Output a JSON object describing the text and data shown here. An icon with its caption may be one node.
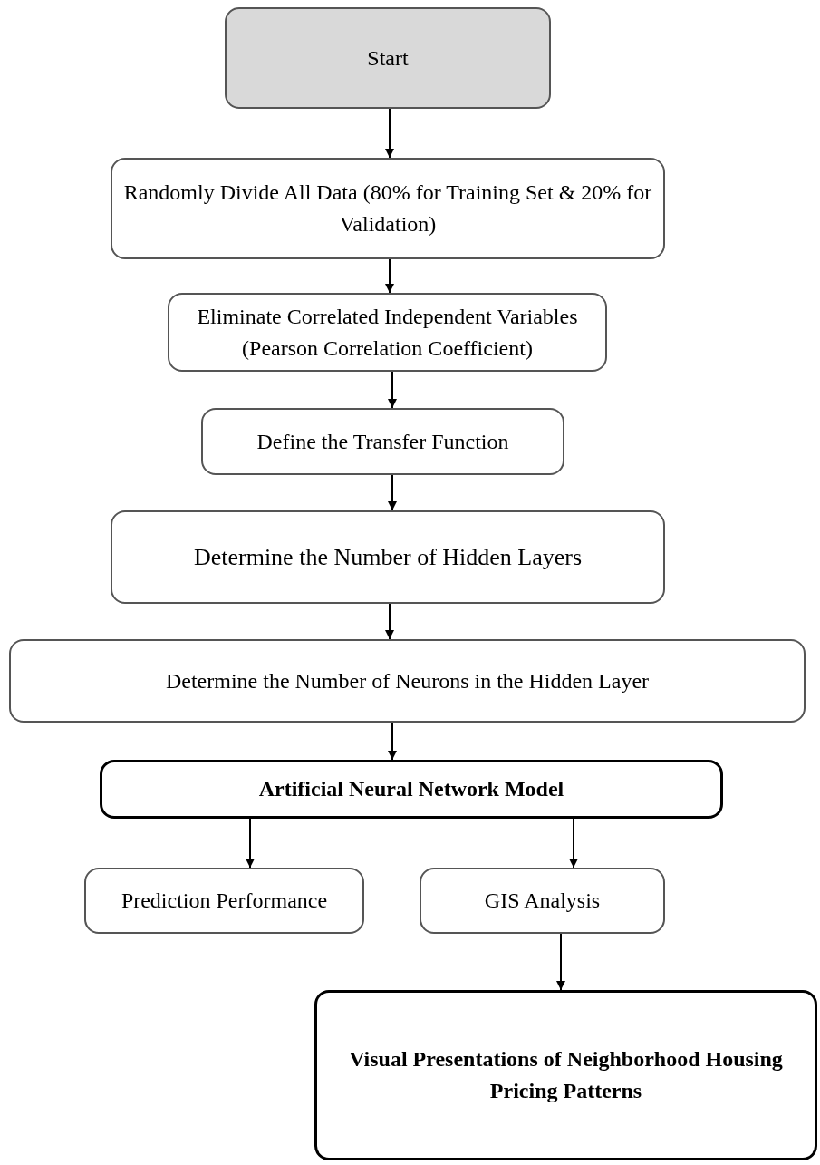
{
  "diagram": {
    "nodes": [
      {
        "text": [
          "Start"
        ]
      },
      {
        "text": [
          "Randomly Divide All Data (80% for Training Set & 20% for Validation)"
        ]
      },
      {
        "text": [
          "Eliminate Correlated Independent Variables (Pearson Correlation Coefficient)"
        ]
      },
      {
        "text": [
          "Define the Transfer Function"
        ]
      },
      {
        "text": [
          "Determine the Number of Hidden Layers"
        ]
      },
      {
        "text": [
          "Determine the Number of Neurons in the Hidden Layer"
        ]
      },
      {
        "text": [
          "Artificial Neural Network Model"
        ]
      },
      {
        "text": [
          "Prediction Performance"
        ]
      },
      {
        "text": [
          "GIS Analysis"
        ]
      },
      {
        "text": [
          "Visual Presentations of Neighborhood Housing Pricing Patterns"
        ]
      }
    ],
    "edges": [
      {
        "from": 0,
        "to": 1,
        "arrow": "to"
      },
      {
        "from": 1,
        "to": 2,
        "arrow": "to"
      },
      {
        "from": 2,
        "to": 3,
        "arrow": "to"
      },
      {
        "from": 3,
        "to": 4,
        "arrow": "to"
      },
      {
        "from": 4,
        "to": 5,
        "arrow": "to"
      },
      {
        "from": 5,
        "to": 6,
        "arrow": "to"
      },
      {
        "from": 6,
        "to": 7,
        "arrow": "to"
      },
      {
        "from": 6,
        "to": 8,
        "arrow": "to"
      },
      {
        "from": 8,
        "to": 9,
        "arrow": "to"
      }
    ]
  }
}
